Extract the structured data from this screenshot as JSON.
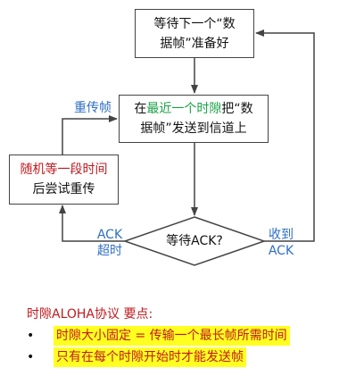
{
  "diagram": {
    "box_wait": {
      "line1": "等待下一个“数",
      "line2": "据帧”准备好"
    },
    "box_send": {
      "pre": "在",
      "highlight": "最近一个时隙",
      "post": "把“数",
      "line2": "据帧”发送到信道上"
    },
    "box_retry": {
      "line1": "随机等一段时间",
      "line2": "后尝试重传"
    },
    "decision": "等待ACK?",
    "label_retransmit": "重传帧",
    "label_timeout_line1": "ACK",
    "label_timeout_line2": "超时",
    "label_received_line1": "收到",
    "label_received_line2": "ACK"
  },
  "notes": {
    "title": "时隙ALOHA协议 要点:",
    "items": [
      "时隙大小固定 = 传输一个最长帧所需时间",
      "只有在每个时隙开始时才能发送帧"
    ],
    "bullet": "•"
  },
  "colors": {
    "blue_label": "#2f6fc4",
    "green_highlight": "#1aa046",
    "red_text": "#c0191e",
    "yellow_highlight": "#ffff20"
  }
}
